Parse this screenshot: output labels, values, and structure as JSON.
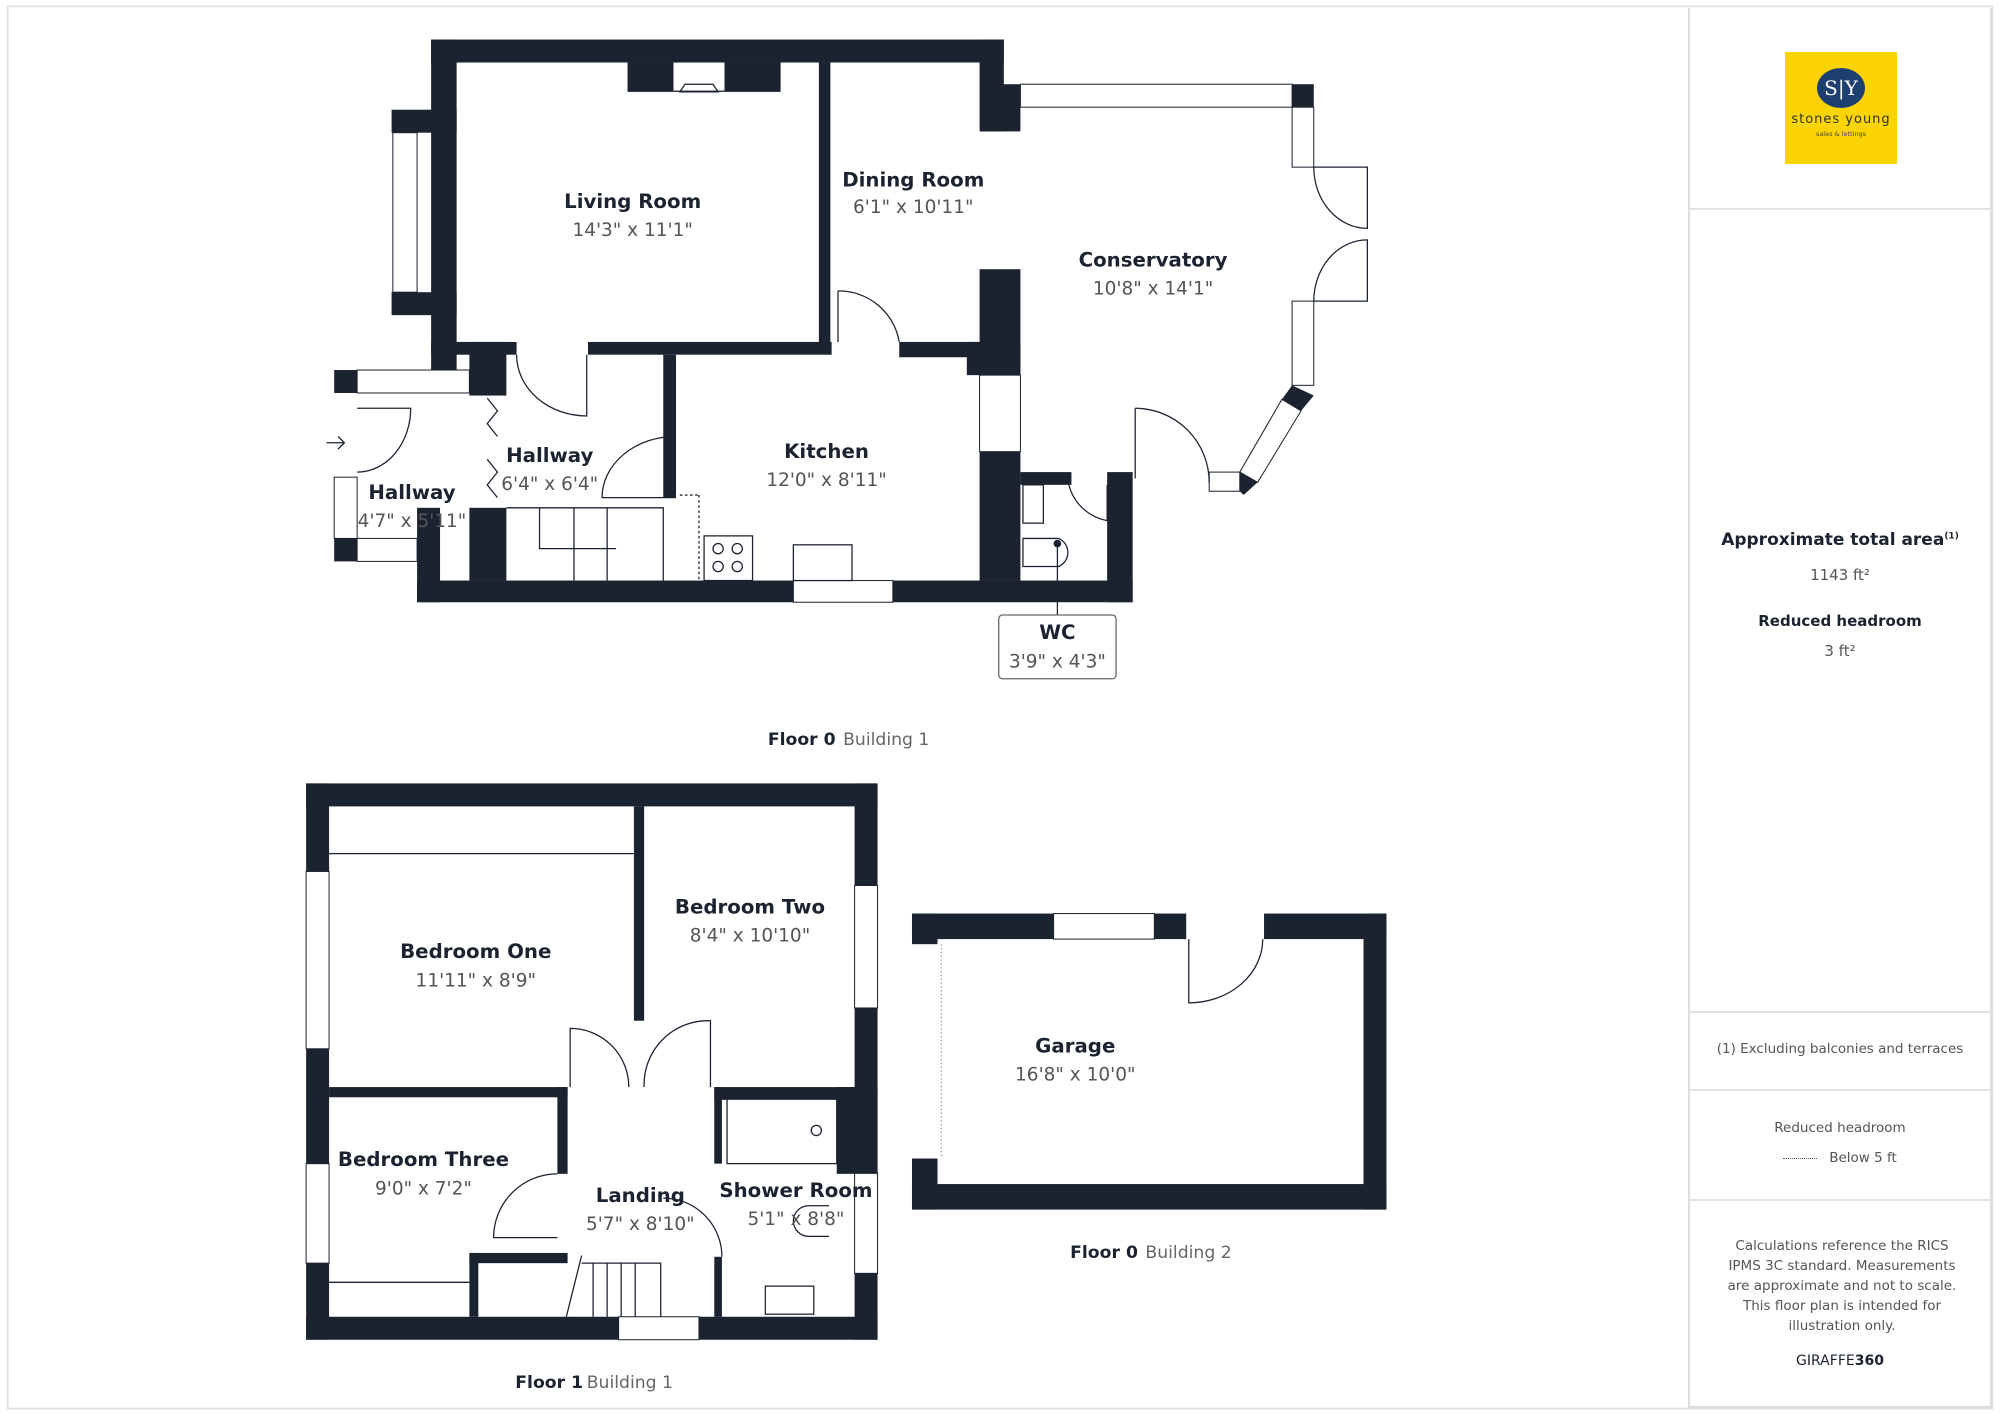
{
  "floors": [
    {
      "floor": "Floor 0",
      "building": "Building 1"
    },
    {
      "floor": "Floor 1",
      "building": "Building 1"
    },
    {
      "floor": "Floor 0",
      "building": "Building 2"
    }
  ],
  "rooms": {
    "living_room": {
      "name": "Living Room",
      "dims": "14'3\" x 11'1\""
    },
    "dining_room": {
      "name": "Dining Room",
      "dims": "6'1\" x 10'11\""
    },
    "conservatory": {
      "name": "Conservatory",
      "dims": "10'8\" x 14'1\""
    },
    "hallway_inner": {
      "name": "Hallway",
      "dims": "6'4\" x 6'4\""
    },
    "hallway_porch": {
      "name": "Hallway",
      "dims": "4'7\" x 5'11\""
    },
    "kitchen": {
      "name": "Kitchen",
      "dims": "12'0\" x 8'11\""
    },
    "wc": {
      "name": "WC",
      "dims": "3'9\" x 4'3\""
    },
    "bedroom_one": {
      "name": "Bedroom One",
      "dims": "11'11\" x 8'9\""
    },
    "bedroom_two": {
      "name": "Bedroom Two",
      "dims": "8'4\" x 10'10\""
    },
    "bedroom_three": {
      "name": "Bedroom Three",
      "dims": "9'0\" x 7'2\""
    },
    "landing": {
      "name": "Landing",
      "dims": "5'7\" x 8'10\""
    },
    "shower_room": {
      "name": "Shower Room",
      "dims": "5'1\" x 8'8\""
    },
    "garage": {
      "name": "Garage",
      "dims": "16'8\" x 10'0\""
    }
  },
  "panel": {
    "logo": {
      "initials": "S|Y",
      "name": "stones young",
      "tagline": "sales & lettings",
      "bg": "#fcd404",
      "circle": "#1d3f72"
    },
    "total_area_label": "Approximate total area",
    "total_area_note": "(1)",
    "total_area_value": "1143 ft²",
    "reduced_headroom_label": "Reduced headroom",
    "reduced_headroom_value": "3 ft²",
    "footnote": "(1) Excluding balconies and terraces",
    "legend_title": "Reduced headroom",
    "legend_item": "Below 5 ft",
    "disclaimer": "Calculations reference the RICS IPMS 3C standard. Measurements are approximate and not to scale. This floor plan is intended for illustration only.",
    "brand_a": "GIRAFFE",
    "brand_b": "360"
  },
  "colors": {
    "wall": "#1b2330"
  }
}
